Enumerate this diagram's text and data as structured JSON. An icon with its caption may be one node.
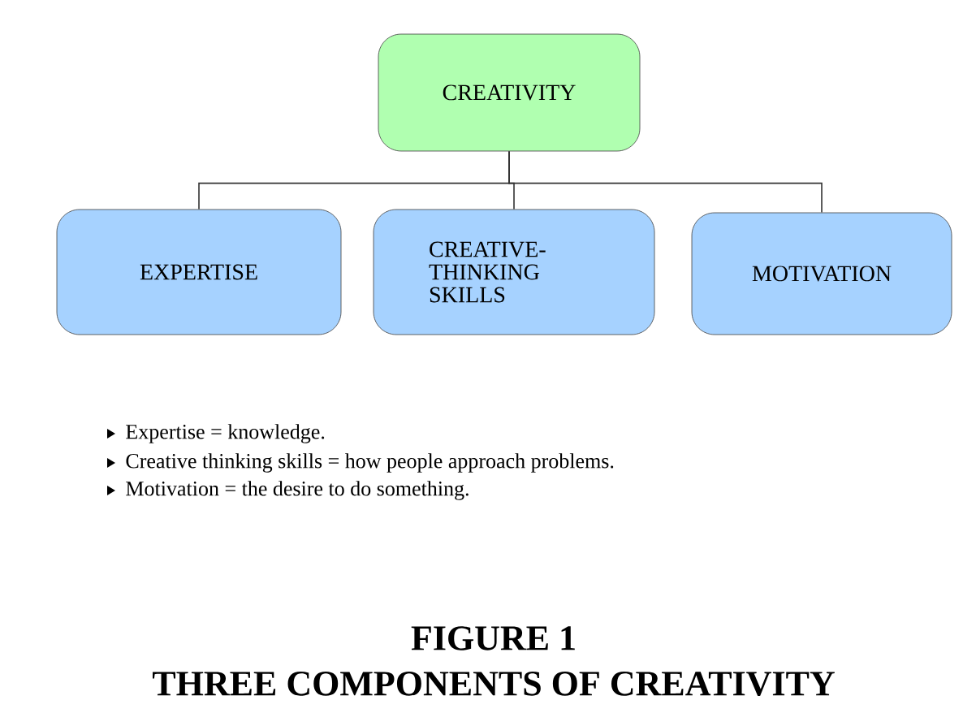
{
  "diagram": {
    "title": "FIGURE 1",
    "caption": "THREE COMPONENTS OF CREATIVITY",
    "nodes": [
      {
        "text": [
          "CREATIVITY"
        ]
      },
      {
        "text": [
          "EXPERTISE"
        ]
      },
      {
        "text": [
          "CREATIVE- THINKING SKILLS"
        ]
      },
      {
        "text": [
          "MOTIVATION"
        ]
      }
    ],
    "edges": [
      {
        "from": 0,
        "to": 1,
        "arrow": "none"
      },
      {
        "from": 0,
        "to": 2,
        "arrow": "none"
      },
      {
        "from": 0,
        "to": 3,
        "arrow": "none"
      }
    ],
    "labels": [
      "Expertise = knowledge.",
      "Creative thinking skills = how people approach problems.",
      "Motivation = the desire to do something."
    ]
  }
}
